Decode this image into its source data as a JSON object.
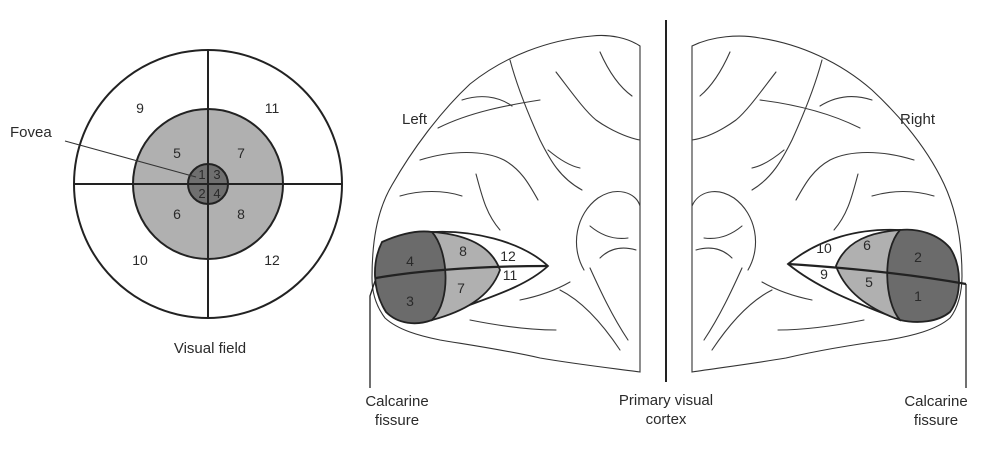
{
  "visual_field": {
    "caption": "Visual field",
    "fovea_label": "Fovea",
    "central_numbers": [
      "1",
      "2",
      "3",
      "4"
    ],
    "middle_ring_numbers": [
      "5",
      "6",
      "7",
      "8"
    ],
    "outer_ring_numbers": [
      "9",
      "10",
      "11",
      "12"
    ]
  },
  "brain": {
    "left_label": "Left",
    "right_label": "Right",
    "center_caption_line1": "Primary visual",
    "center_caption_line2": "cortex",
    "left_fissure_line1": "Calcarine",
    "left_fissure_line2": "fissure",
    "right_fissure_line1": "Calcarine",
    "right_fissure_line2": "fissure",
    "left_cortex_numbers": [
      "4",
      "3",
      "8",
      "7",
      "12",
      "11"
    ],
    "right_cortex_numbers": [
      "2",
      "1",
      "6",
      "5",
      "10",
      "9"
    ]
  },
  "colors": {
    "dark_zone": "#6b6b6b",
    "mid_zone": "#b0b0b0",
    "line": "#222222",
    "background": "#ffffff"
  }
}
